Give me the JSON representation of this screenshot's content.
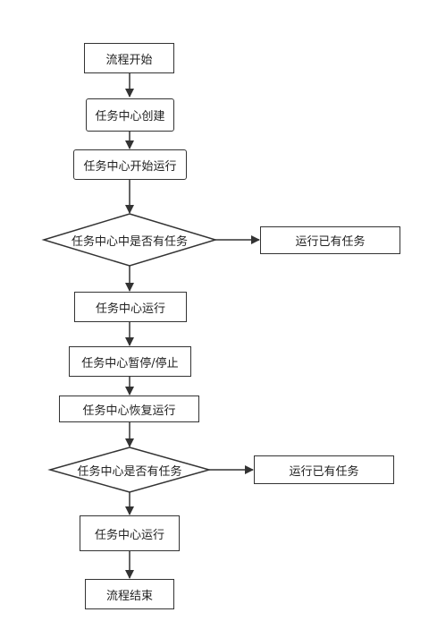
{
  "nodes": {
    "start": "流程开始",
    "create": "任务中心创建",
    "begin_run": "任务中心开始运行",
    "decision1": "任务中心中是否有任务",
    "run_existing1": "运行已有任务",
    "running": "任务中心运行",
    "pause_stop": "任务中心暂停/停止",
    "resume": "任务中心恢复运行",
    "decision2": "任务中心是否有任务",
    "run_existing2": "运行已有任务",
    "running2": "任务中心运行",
    "end": "流程结束"
  }
}
